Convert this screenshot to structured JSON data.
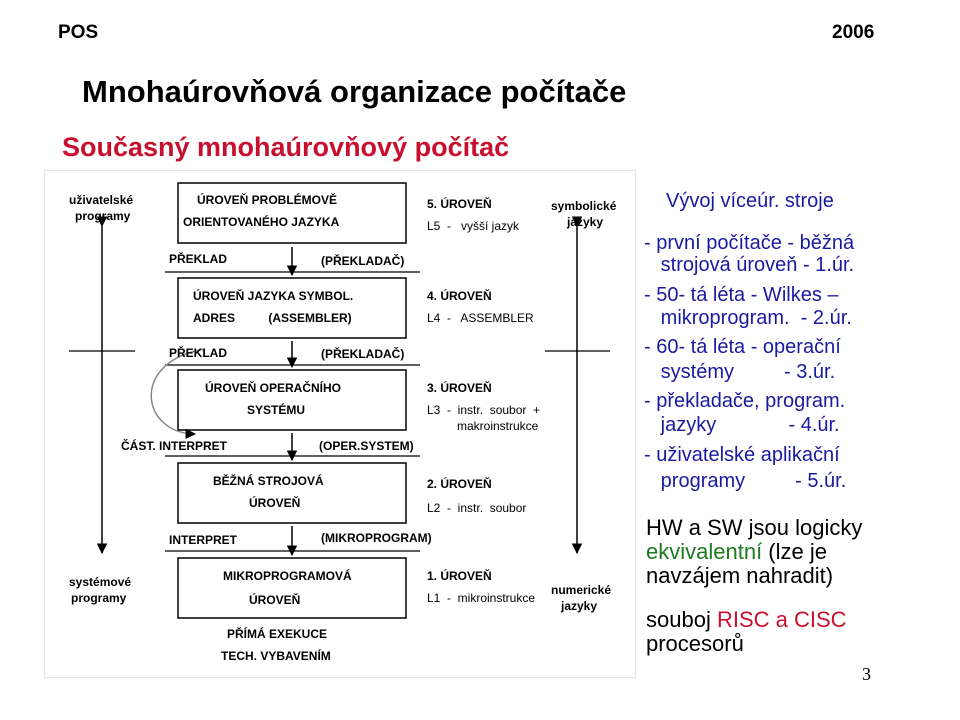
{
  "header": {
    "left": "POS",
    "right": "2006"
  },
  "title": "Mnohaúrovňová organizace počítače",
  "subtitle": "Současný mnohaúrovňový počítač",
  "diagram": {
    "left_top_label": [
      "uživatelské",
      "programy"
    ],
    "left_bottom_label": [
      "systémové",
      "programy"
    ],
    "right_top_label": [
      "symbolické",
      "jazyky"
    ],
    "right_bottom_label": [
      "numerické",
      "jazyky"
    ],
    "boxes": [
      [
        "ÚROVEŇ  PROBLÉMOVĚ",
        "ORIENTOVANÉHO  JAZYKA"
      ],
      [
        "ÚROVEŇ JAZYKA  SYMBOL.",
        "ADRES          (ASSEMBLER)"
      ],
      [
        "ÚROVEŇ  OPERAČNÍHO",
        "SYSTÉMU"
      ],
      [
        "BĚŽNÁ  STROJOVÁ",
        "ÚROVEŇ"
      ],
      [
        "MIKROPROGRAMOVÁ",
        "ÚROVEŇ"
      ],
      [
        "PŘÍMÁ  EXEKUCE",
        "TECH.  VYBAVENÍM"
      ]
    ],
    "transitions": [
      {
        "left": "PŘEKLAD",
        "right": "(PŘEKLADAČ)"
      },
      {
        "left": "PŘEKLAD",
        "right": "(PŘEKLADAČ)"
      },
      {
        "left": "ČÁST.  INTERPRET",
        "right": "(OPER.SYSTEM)"
      },
      {
        "left": "INTERPRET",
        "right": "(MIKROPROGRAM)"
      }
    ],
    "levels": [
      {
        "name": "5.  ÚROVEŇ",
        "desc": [
          "L5  -   vyšší jazyk"
        ]
      },
      {
        "name": "4.  ÚROVEŇ",
        "desc": [
          "L4  -   ASSEMBLER"
        ]
      },
      {
        "name": "3.  ÚROVEŇ",
        "desc": [
          "L3  -  instr.  soubor  +",
          "makroinstrukce"
        ]
      },
      {
        "name": "2.  ÚROVEŇ",
        "desc": [
          "L2  -  instr.  soubor"
        ]
      },
      {
        "name": "1.  ÚROVEŇ",
        "desc": [
          "L1  -  mikroinstrukce"
        ]
      }
    ]
  },
  "right": {
    "heading": "Vývoj víceúr. stroje",
    "items": [
      [
        "- první počítače - běžná",
        "   strojová úroveň - 1.úr."
      ],
      [
        "- 50- tá léta - Wilkes –",
        "   mikroprogram.  - 2.úr."
      ],
      [
        "- 60- tá léta - operační",
        "   systémy         - 3.úr."
      ],
      [
        "- překladače, program.",
        "   jazyky             - 4.úr."
      ],
      [
        "- uživatelské aplikační",
        "   programy         - 5.úr."
      ]
    ],
    "hw_sw": {
      "line1": "HW a SW jsou logicky",
      "highlight": "ekvivalentní",
      "rest": " (lze je",
      "line3": "navzájem nahradit)"
    },
    "souboj": {
      "prefix": "souboj ",
      "risc_cisc": "RISC a CISC",
      "line2": "procesorů"
    }
  },
  "page_number": "3"
}
